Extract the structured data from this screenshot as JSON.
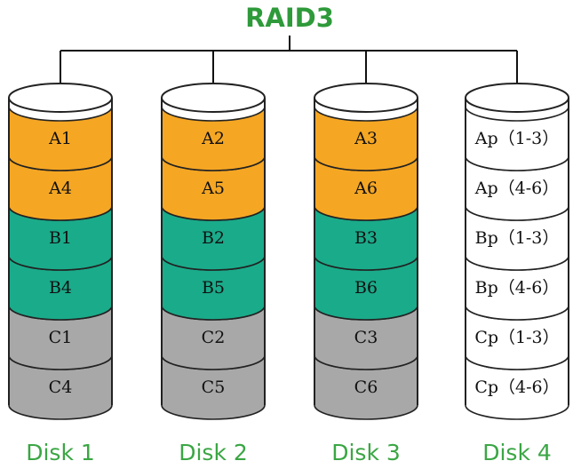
{
  "title": "RAID3",
  "colors": {
    "title": "#2e9a3a",
    "disk_label": "#3aa644",
    "connector": "#111111",
    "outline": "#222222",
    "A": "#f5a623",
    "B": "#1aab8a",
    "C": "#a8a8a8",
    "P": "#ffffff",
    "cap": "#ffffff"
  },
  "disks": [
    {
      "label": "Disk 1",
      "blocks": [
        {
          "text": "A1",
          "group": "A"
        },
        {
          "text": "A4",
          "group": "A"
        },
        {
          "text": "B1",
          "group": "B"
        },
        {
          "text": "B4",
          "group": "B"
        },
        {
          "text": "C1",
          "group": "C"
        },
        {
          "text": "C4",
          "group": "C"
        }
      ]
    },
    {
      "label": "Disk 2",
      "blocks": [
        {
          "text": "A2",
          "group": "A"
        },
        {
          "text": "A5",
          "group": "A"
        },
        {
          "text": "B2",
          "group": "B"
        },
        {
          "text": "B5",
          "group": "B"
        },
        {
          "text": "C2",
          "group": "C"
        },
        {
          "text": "C5",
          "group": "C"
        }
      ]
    },
    {
      "label": "Disk 3",
      "blocks": [
        {
          "text": "A3",
          "group": "A"
        },
        {
          "text": "A6",
          "group": "A"
        },
        {
          "text": "B3",
          "group": "B"
        },
        {
          "text": "B6",
          "group": "B"
        },
        {
          "text": "C3",
          "group": "C"
        },
        {
          "text": "C6",
          "group": "C"
        }
      ]
    },
    {
      "label": "Disk 4",
      "blocks": [
        {
          "text": "Ap（1-3）",
          "group": "P"
        },
        {
          "text": "Ap（4-6）",
          "group": "P"
        },
        {
          "text": "Bp（1-3）",
          "group": "P"
        },
        {
          "text": "Bp（4-6）",
          "group": "P"
        },
        {
          "text": "Cp（1-3）",
          "group": "P"
        },
        {
          "text": "Cp（4-6）",
          "group": "P"
        }
      ]
    }
  ]
}
